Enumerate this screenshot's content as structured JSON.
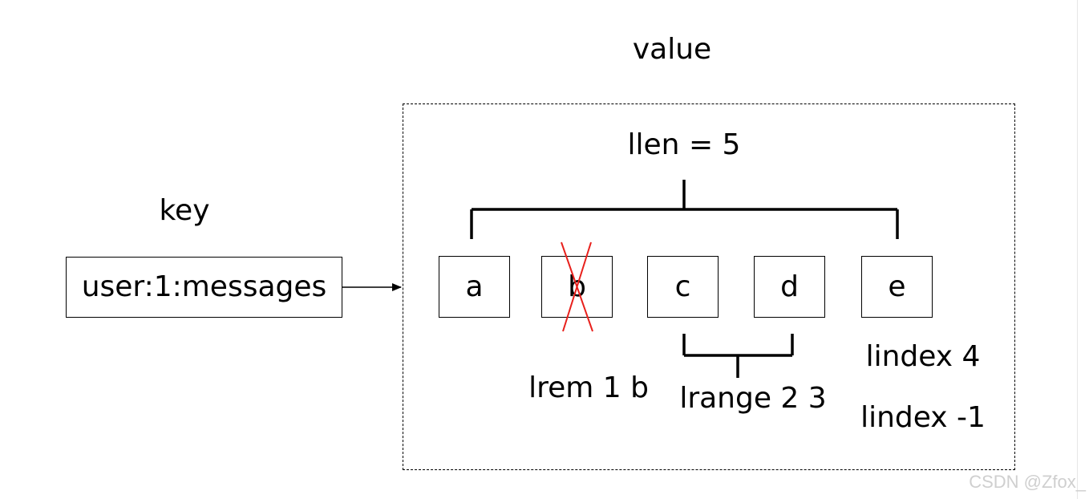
{
  "diagram": {
    "value_title": "value",
    "key_title": "key",
    "key_box": "user:1:messages",
    "llen_label": "llen = 5",
    "elements": [
      "a",
      "b",
      "c",
      "d",
      "e"
    ],
    "removed_element": "b",
    "lrem_label": "lrem 1 b",
    "lrange_label": "lrange 2 3",
    "lindex_pos_label": "lindex 4",
    "lindex_neg_label": "lindex -1"
  },
  "colors": {
    "stroke": "#000000",
    "strike": "#e8201c",
    "watermark": "#cfcfcf"
  },
  "watermark": "CSDN @Zfox_"
}
